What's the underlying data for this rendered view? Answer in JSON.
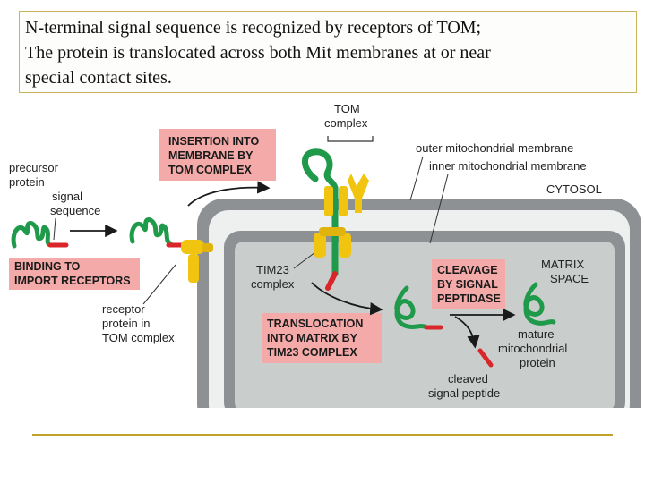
{
  "caption": {
    "line1": "N-terminal signal sequence is recognized by receptors of TOM;",
    "line2": "The protein is translocated across both Mit membranes at or near",
    "line3": "special contact sites."
  },
  "labels": {
    "tom_complex_1": "TOM",
    "tom_complex_2": "complex",
    "outer_membrane": "outer mitochondrial membrane",
    "inner_membrane": "inner mitochondrial membrane",
    "cytosol": "CYTOSOL",
    "precursor_1": "precursor",
    "precursor_2": "protein",
    "signal_1": "signal",
    "signal_2": "sequence",
    "tim23_1": "TIM23",
    "tim23_2": "complex",
    "matrix_1": "MATRIX",
    "matrix_2": "SPACE",
    "receptor_1": "receptor",
    "receptor_2": "protein in",
    "receptor_3": "TOM complex",
    "mature_1": "mature",
    "mature_2": "mitochondrial",
    "mature_3": "protein",
    "cleaved_1": "cleaved",
    "cleaved_2": "signal peptide"
  },
  "boxes": {
    "insertion_1": "INSERTION INTO",
    "insertion_2": "MEMBRANE BY",
    "insertion_3": "TOM COMPLEX",
    "binding_1": "BINDING TO",
    "binding_2": "IMPORT RECEPTORS",
    "cleavage_1": "CLEAVAGE",
    "cleavage_2": "BY SIGNAL",
    "cleavage_3": "PEPTIDASE",
    "translocation_1": "TRANSLOCATION",
    "translocation_2": "INTO MATRIX BY",
    "translocation_3": "TIM23 COMPLEX"
  },
  "colors": {
    "protein_green": "#1f9a4a",
    "signal_red": "#d8262b",
    "receptor_yellow": "#f1c40f",
    "box_pink": "#f3aaa8",
    "membrane_gray": "#8e9193",
    "matrix_gray": "#c9cdcc",
    "rule_gold": "#c0a228"
  }
}
